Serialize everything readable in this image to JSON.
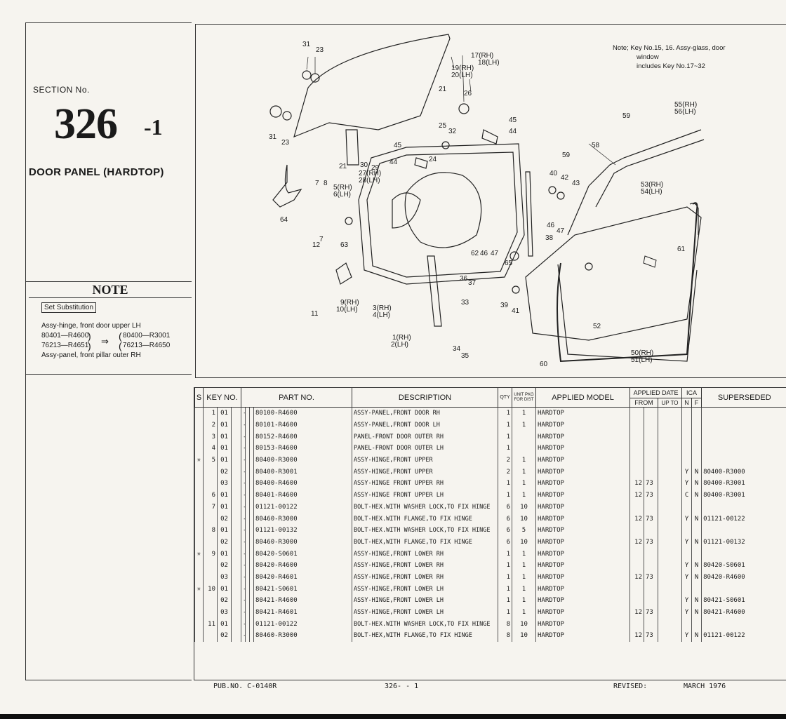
{
  "section": {
    "label": "SECTION No.",
    "number": "326",
    "suffix": "-1",
    "title": "DOOR PANEL (HARDTOP)"
  },
  "note": {
    "title": "NOTE",
    "set_substitution": "Set Substitution",
    "line1": "Assy-hinge, front door upper LH",
    "left_a": "80401—R4600",
    "left_b": "76213—R4651",
    "arrow": "⇒",
    "right_a": "80400—R3001",
    "right_b": "76213—R4650",
    "line4": "Assy-panel, front pillar outer RH"
  },
  "diagram": {
    "note_line1": "Note;  Key No.15, 16.  Assy-glass, door",
    "note_line2": "window",
    "note_line3": "includes Key No.17~32",
    "labels": [
      "31",
      "23",
      "17(RH)",
      "18(LH)",
      "19(RH)",
      "20(LH)",
      "21",
      "26",
      "31",
      "23",
      "25",
      "32",
      "45",
      "44",
      "45",
      "21",
      "30",
      "29",
      "27(RH)",
      "28(LH)",
      "44",
      "24",
      "59",
      "58",
      "55(RH)",
      "56(LH)",
      "7",
      "8",
      "5(RH)",
      "6(LH)",
      "40",
      "42",
      "43",
      "53(RH)",
      "54(LH)",
      "64",
      "59",
      "12",
      "7",
      "63",
      "46",
      "47",
      "62",
      "46",
      "47",
      "38",
      "61",
      "65",
      "36",
      "37",
      "9(RH)",
      "10(LH)",
      "3(RH)",
      "4(LH)",
      "11",
      "33",
      "39",
      "41",
      "52",
      "34",
      "35",
      "1(RH)",
      "2(LH)",
      "50(RH)",
      "51(LH)",
      "60"
    ]
  },
  "table": {
    "headers": {
      "s": "S",
      "key": "KEY NO.",
      "part": "PART  NO.",
      "desc": "DESCRIPTION",
      "qty": "QTY",
      "unit": "UNIT PKG FOR DIST",
      "model": "APPLIED MODEL",
      "applied_date": "APPLIED DATE",
      "from": "FROM",
      "upto": "UP TO",
      "ica": "ICA",
      "n": "N",
      "f": "F",
      "superseded": "SUPERSEDED"
    },
    "rows": [
      {
        "s": "",
        "key": "1",
        "sub": "01",
        "part": "80100-R4600",
        "desc": "ASSY-PANEL,FRONT DOOR RH",
        "qty": "1",
        "unit": "1",
        "model": "HARDTOP",
        "from": "",
        "upto": "",
        "n": "",
        "f": "",
        "sup": ""
      },
      {
        "s": "",
        "key": "2",
        "sub": "01",
        "part": "80101-R4600",
        "desc": "ASSY-PANEL,FRONT DOOR LH",
        "qty": "1",
        "unit": "1",
        "model": "HARDTOP",
        "from": "",
        "upto": "",
        "n": "",
        "f": "",
        "sup": ""
      },
      {
        "s": "",
        "key": "3",
        "sub": "01",
        "part": "80152-R4600",
        "desc": "PANEL-FRONT DOOR OUTER RH",
        "qty": "1",
        "unit": "",
        "model": "HARDTOP",
        "from": "",
        "upto": "",
        "n": "",
        "f": "",
        "sup": ""
      },
      {
        "s": "",
        "key": "4",
        "sub": "01",
        "part": "80153-R4600",
        "desc": "PANEL-FRONT DOOR OUTER LH",
        "qty": "1",
        "unit": "",
        "model": "HARDTOP",
        "from": "",
        "upto": "",
        "n": "",
        "f": "",
        "sup": ""
      },
      {
        "s": "✳",
        "key": "5",
        "sub": "01",
        "part": "80400-R3000",
        "desc": "ASSY-HINGE,FRONT UPPER",
        "qty": "2",
        "unit": "1",
        "model": "HARDTOP",
        "from": "",
        "upto": "",
        "n": "",
        "f": "",
        "sup": ""
      },
      {
        "s": "",
        "key": "",
        "sub": "02",
        "part": "80400-R3001",
        "desc": "ASSY-HINGE,FRONT UPPER",
        "qty": "2",
        "unit": "1",
        "model": "HARDTOP",
        "from": "",
        "upto": "",
        "n": "Y",
        "f": "N",
        "sup": "80400-R3000"
      },
      {
        "s": "",
        "key": "",
        "sub": "03",
        "part": "80400-R4600",
        "desc": "ASSY-HINGE FRONT UPPER RH",
        "qty": "1",
        "unit": "1",
        "model": "HARDTOP",
        "from": "12",
        "upto": "73",
        "n": "Y",
        "f": "N",
        "sup": "80400-R3001"
      },
      {
        "s": "",
        "key": "6",
        "sub": "01",
        "part": "80401-R4600",
        "desc": "ASSY-HINGE FRONT UPPER LH",
        "qty": "1",
        "unit": "1",
        "model": "HARDTOP",
        "from": "12",
        "upto": "73",
        "n": "C",
        "f": "N",
        "sup": "80400-R3001"
      },
      {
        "s": "",
        "key": "7",
        "sub": "01",
        "part": "01121-00122",
        "desc": "BOLT-HEX.WITH WASHER LOCK,TO FIX HINGE",
        "qty": "6",
        "unit": "10",
        "model": "HARDTOP",
        "from": "",
        "upto": "",
        "n": "",
        "f": "",
        "sup": ""
      },
      {
        "s": "",
        "key": "",
        "sub": "02",
        "part": "80460-R3000",
        "desc": "BOLT-HEX.WITH FLANGE,TO FIX HINGE",
        "qty": "6",
        "unit": "10",
        "model": "HARDTOP",
        "from": "12",
        "upto": "73",
        "n": "Y",
        "f": "N",
        "sup": "01121-00122"
      },
      {
        "s": "",
        "key": "8",
        "sub": "01",
        "part": "01121-00132",
        "desc": "BOLT-HEX.WITH WASHER LOCK,TO FIX HINGE",
        "qty": "6",
        "unit": "5",
        "model": "HARDTOP",
        "from": "",
        "upto": "",
        "n": "",
        "f": "",
        "sup": ""
      },
      {
        "s": "",
        "key": "",
        "sub": "02",
        "part": "80460-R3000",
        "desc": "BOLT-HEX,WITH FLANGE,TO FIX HINGE",
        "qty": "6",
        "unit": "10",
        "model": "HARDTOP",
        "from": "12",
        "upto": "73",
        "n": "Y",
        "f": "N",
        "sup": "01121-00132"
      },
      {
        "s": "✳",
        "key": "9",
        "sub": "01",
        "part": "80420-S0601",
        "desc": "ASSY-HINGE,FRONT LOWER RH",
        "qty": "1",
        "unit": "1",
        "model": "HARDTOP",
        "from": "",
        "upto": "",
        "n": "",
        "f": "",
        "sup": ""
      },
      {
        "s": "",
        "key": "",
        "sub": "02",
        "part": "80420-R4600",
        "desc": "ASSY-HINGE,FRONT LOWER RH",
        "qty": "1",
        "unit": "1",
        "model": "HARDTOP",
        "from": "",
        "upto": "",
        "n": "Y",
        "f": "N",
        "sup": "80420-S0601"
      },
      {
        "s": "",
        "key": "",
        "sub": "03",
        "part": "80420-R4601",
        "desc": "ASSY-HINGE,FRONT LOWER RH",
        "qty": "1",
        "unit": "1",
        "model": "HARDTOP",
        "from": "12",
        "upto": "73",
        "n": "Y",
        "f": "N",
        "sup": "80420-R4600"
      },
      {
        "s": "✳",
        "key": "10",
        "sub": "01",
        "part": "80421-S0601",
        "desc": "ASSY-HINGE,FRONT LOWER LH",
        "qty": "1",
        "unit": "1",
        "model": "HARDTOP",
        "from": "",
        "upto": "",
        "n": "",
        "f": "",
        "sup": ""
      },
      {
        "s": "",
        "key": "",
        "sub": "02",
        "part": "80421-R4600",
        "desc": "ASSY-HINGE,FRONT LOWER LH",
        "qty": "1",
        "unit": "1",
        "model": "HARDTOP",
        "from": "",
        "upto": "",
        "n": "Y",
        "f": "N",
        "sup": "80421-S0601"
      },
      {
        "s": "",
        "key": "",
        "sub": "03",
        "part": "80421-R4601",
        "desc": "ASSY-HINGE,FRONT LOWER LH",
        "qty": "1",
        "unit": "1",
        "model": "HARDTOP",
        "from": "12",
        "upto": "73",
        "n": "Y",
        "f": "N",
        "sup": "80421-R4600"
      },
      {
        "s": "",
        "key": "11",
        "sub": "01",
        "part": "01121-00122",
        "desc": "BOLT-HEX.WITH WASHER LOCK,TO FIX HINGE",
        "qty": "8",
        "unit": "10",
        "model": "HARDTOP",
        "from": "",
        "upto": "",
        "n": "",
        "f": "",
        "sup": ""
      },
      {
        "s": "",
        "key": "",
        "sub": "02",
        "part": "80460-R3000",
        "desc": "BOLT-HEX,WITH FLANGE,TO FIX HINGE",
        "qty": "8",
        "unit": "10",
        "model": "HARDTOP",
        "from": "12",
        "upto": "73",
        "n": "Y",
        "f": "N",
        "sup": "01121-00122"
      }
    ]
  },
  "footer": {
    "pub": "PUB.NO. C-0140R",
    "page": "326- - 1",
    "revised_label": "REVISED:",
    "revised_date": "MARCH 1976"
  }
}
